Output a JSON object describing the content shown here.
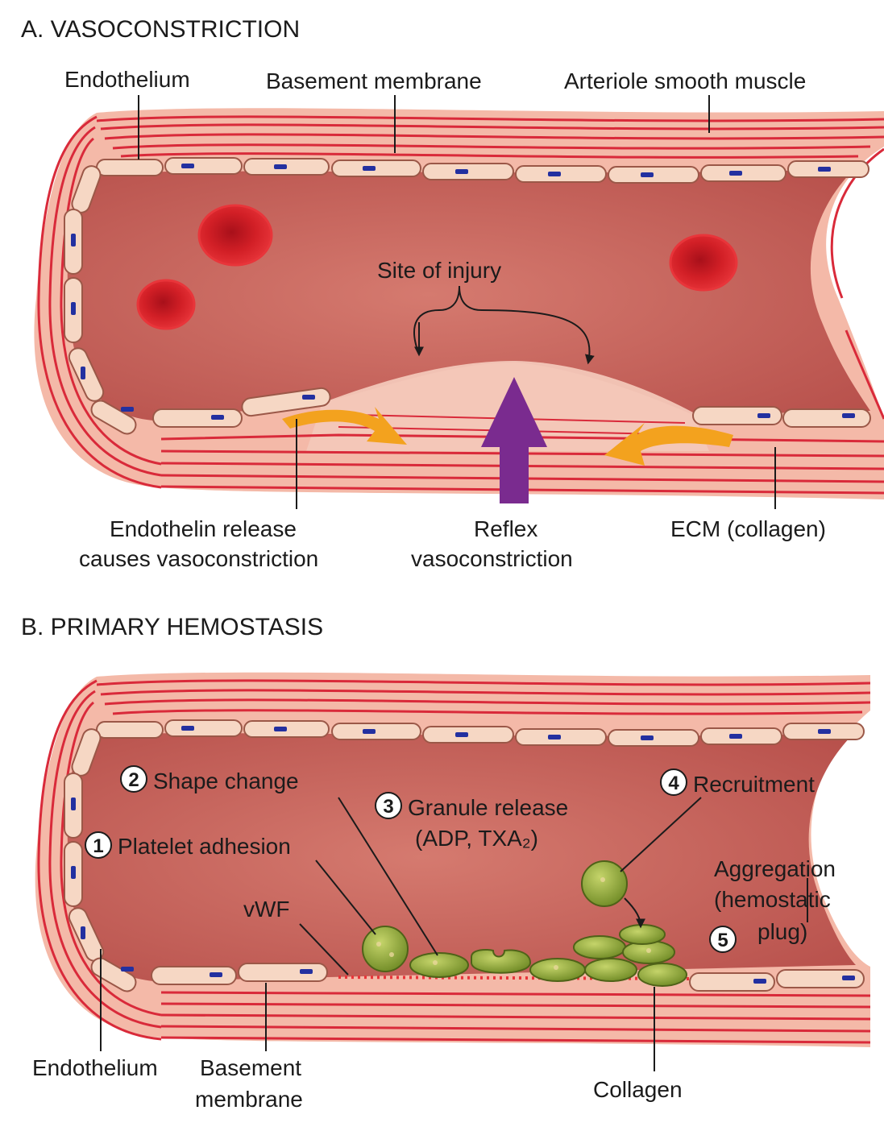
{
  "panel_a": {
    "title": "A. VASOCONSTRICTION",
    "labels": {
      "endothelium": "Endothelium",
      "basement_membrane": "Basement membrane",
      "arteriole_smooth_muscle": "Arteriole smooth muscle",
      "site_of_injury": "Site of injury",
      "endothelin_line1": "Endothelin release",
      "endothelin_line2": "causes vasoconstriction",
      "reflex_line1": "Reflex",
      "reflex_line2": "vasoconstriction",
      "ecm": "ECM (collagen)"
    }
  },
  "panel_b": {
    "title": "B. PRIMARY HEMOSTASIS",
    "steps": [
      {
        "num": "1",
        "label": "Platelet adhesion"
      },
      {
        "num": "2",
        "label": "Shape change"
      },
      {
        "num": "3",
        "label": "Granule release"
      },
      {
        "num": "4",
        "label": "Recruitment"
      },
      {
        "num": "5",
        "label": "plug)"
      }
    ],
    "granule_sub": "(ADP, TXA₂)",
    "aggregation_line1": "Aggregation",
    "aggregation_line2": "(hemostatic",
    "vwf": "vWF",
    "endothelium": "Endothelium",
    "basement_line1": "Basement",
    "basement_line2": "membrane",
    "collagen": "Collagen"
  },
  "colors": {
    "wall": "#f4b9a8",
    "lumen": "#c9605a",
    "stripe": "#d92a3a",
    "endothelial_cell": "#f6d7c4",
    "rbc": "#d21f26",
    "orange_arrow": "#f3a21e",
    "purple_arrow": "#7a2b8f",
    "platelet": "#8fa83a"
  }
}
